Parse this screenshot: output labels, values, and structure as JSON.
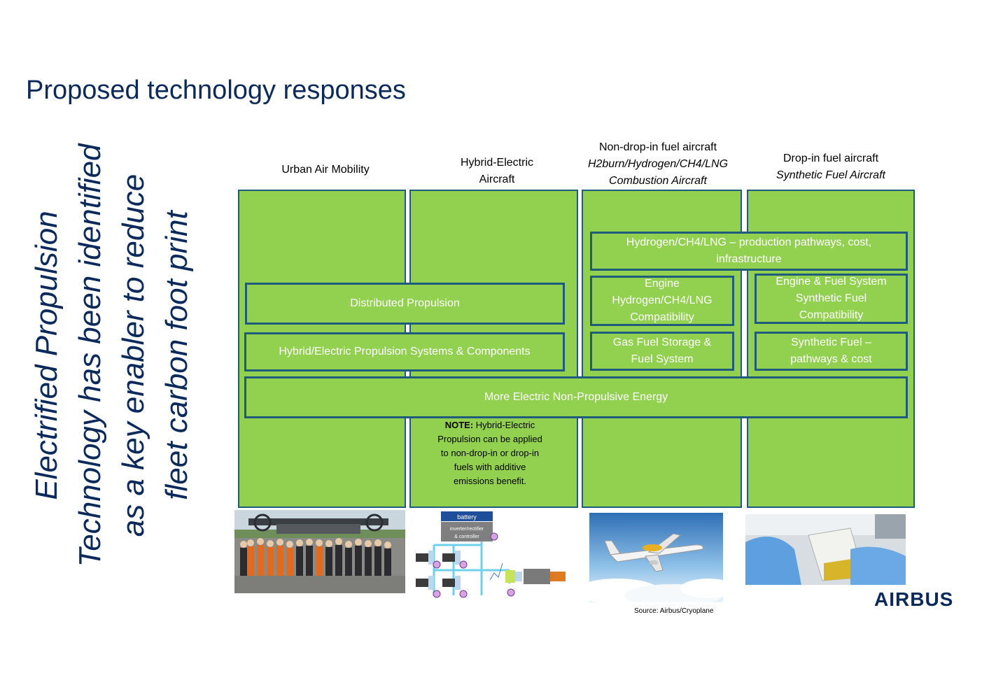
{
  "title": "Proposed technology responses",
  "side_statement": {
    "lines": [
      "Electrified Propulsion",
      "Technology has been identified",
      "as a key enabler  to reduce",
      "fleet carbon foot print"
    ]
  },
  "columns": [
    {
      "heading": [
        "Urban Air Mobility"
      ]
    },
    {
      "heading": [
        "Hybrid-Electric",
        "Aircraft"
      ]
    },
    {
      "heading": [
        "Non-drop-in fuel aircraft"
      ],
      "subheading": [
        "H2burn/Hydrogen/CH4/LNG",
        "Combustion Aircraft"
      ]
    },
    {
      "heading": [
        "Drop-in fuel aircraft"
      ],
      "subheading": [
        "Synthetic Fuel Aircraft"
      ]
    }
  ],
  "boxes": {
    "hydrogen_production": [
      "Hydrogen/CH4/LNG – production pathways, cost,",
      "infrastructure"
    ],
    "distributed_propulsion": "Distributed Propulsion",
    "engine_hydrogen": [
      "Engine",
      "Hydrogen/CH4/LNG",
      "Compatibility"
    ],
    "engine_fuel_system": [
      "Engine & Fuel System",
      "Synthetic Fuel",
      "Compatibility"
    ],
    "hybrid_electric_systems": "Hybrid/Electric Propulsion Systems & Components",
    "gas_fuel_storage": [
      "Gas Fuel Storage &",
      "Fuel System"
    ],
    "synthetic_fuel_pathways": [
      "Synthetic Fuel –",
      "pathways & cost"
    ],
    "more_electric": "More Electric Non-Propulsive Energy"
  },
  "note": {
    "label": "NOTE:",
    "lines": [
      "Hybrid-Electric",
      "Propulsion can be applied",
      "to non-drop-in or drop-in",
      "fuels with additive",
      "emissions benefit."
    ]
  },
  "diagram_labels": {
    "battery": "battery",
    "inverter": [
      "inverter/rectifier",
      "& controller"
    ]
  },
  "source": "Source: Airbus/Cryoplane",
  "logo": "AIRBUS",
  "colors": {
    "green": "#92d050",
    "border": "#1f5b7a",
    "navy": "#0b2a5b"
  }
}
